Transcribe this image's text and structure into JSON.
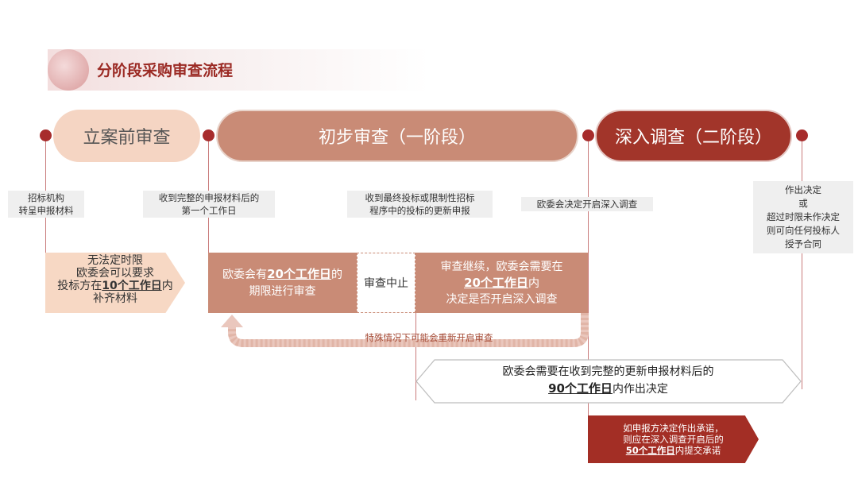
{
  "title": "分阶段采购审查流程",
  "phases": [
    {
      "label": "立案前审查"
    },
    {
      "label": "初步审查（一阶段）"
    },
    {
      "label": "深入调查（二阶段）"
    }
  ],
  "notes": {
    "bidder_forward": [
      "招标机构",
      "转呈申报材料"
    ],
    "first_day": [
      "收到完整的申报材料后的",
      "第一个工作日"
    ],
    "final_bid": [
      "收到最终投标或限制性招标",
      "程序中的投标的更新申报"
    ],
    "open_investigation": "欧委会决定开启深入调查",
    "decision": [
      "作出决定",
      "或",
      "超过时限未作决定",
      "则可向任何投标人",
      "授予合同"
    ]
  },
  "no_limit_box": {
    "line1": "无法定时限",
    "line2": "欧委会可以要求",
    "line3_pre": "投标方在",
    "line3_bold": "10个工作日",
    "line3_post": "内",
    "line4": "补齐材料"
  },
  "review_20_box": {
    "line1_pre": "欧委会有",
    "line1_bold": "20个工作日",
    "line1_post": "的",
    "line2": "期限进行审查"
  },
  "suspend_box": {
    "label": "审查中止"
  },
  "continue_box": {
    "line1": "审查继续，欧委会需要在",
    "line2_bold": "20个工作日",
    "line2_post": "内",
    "line3": "决定是否开启深入调查"
  },
  "restart_label": "特殊情况下可能会重新开启审查",
  "decision_90_box": {
    "line1": "欧委会需要在收到完整的更新申报材料后的",
    "line2_bold": "90个工作日",
    "line2_post": "内作出决定"
  },
  "commitment_box": {
    "line1": "如申报方决定作出承诺，",
    "line2": "则应在深入调查开启后的",
    "line3_bold": "50个工作日",
    "line3_post": "内提交承诺"
  },
  "colors": {
    "dark_red": "#a72c2c",
    "terracotta": "#c98b76",
    "peach": "#f5d5c3",
    "deep_red": "#a2352a"
  }
}
